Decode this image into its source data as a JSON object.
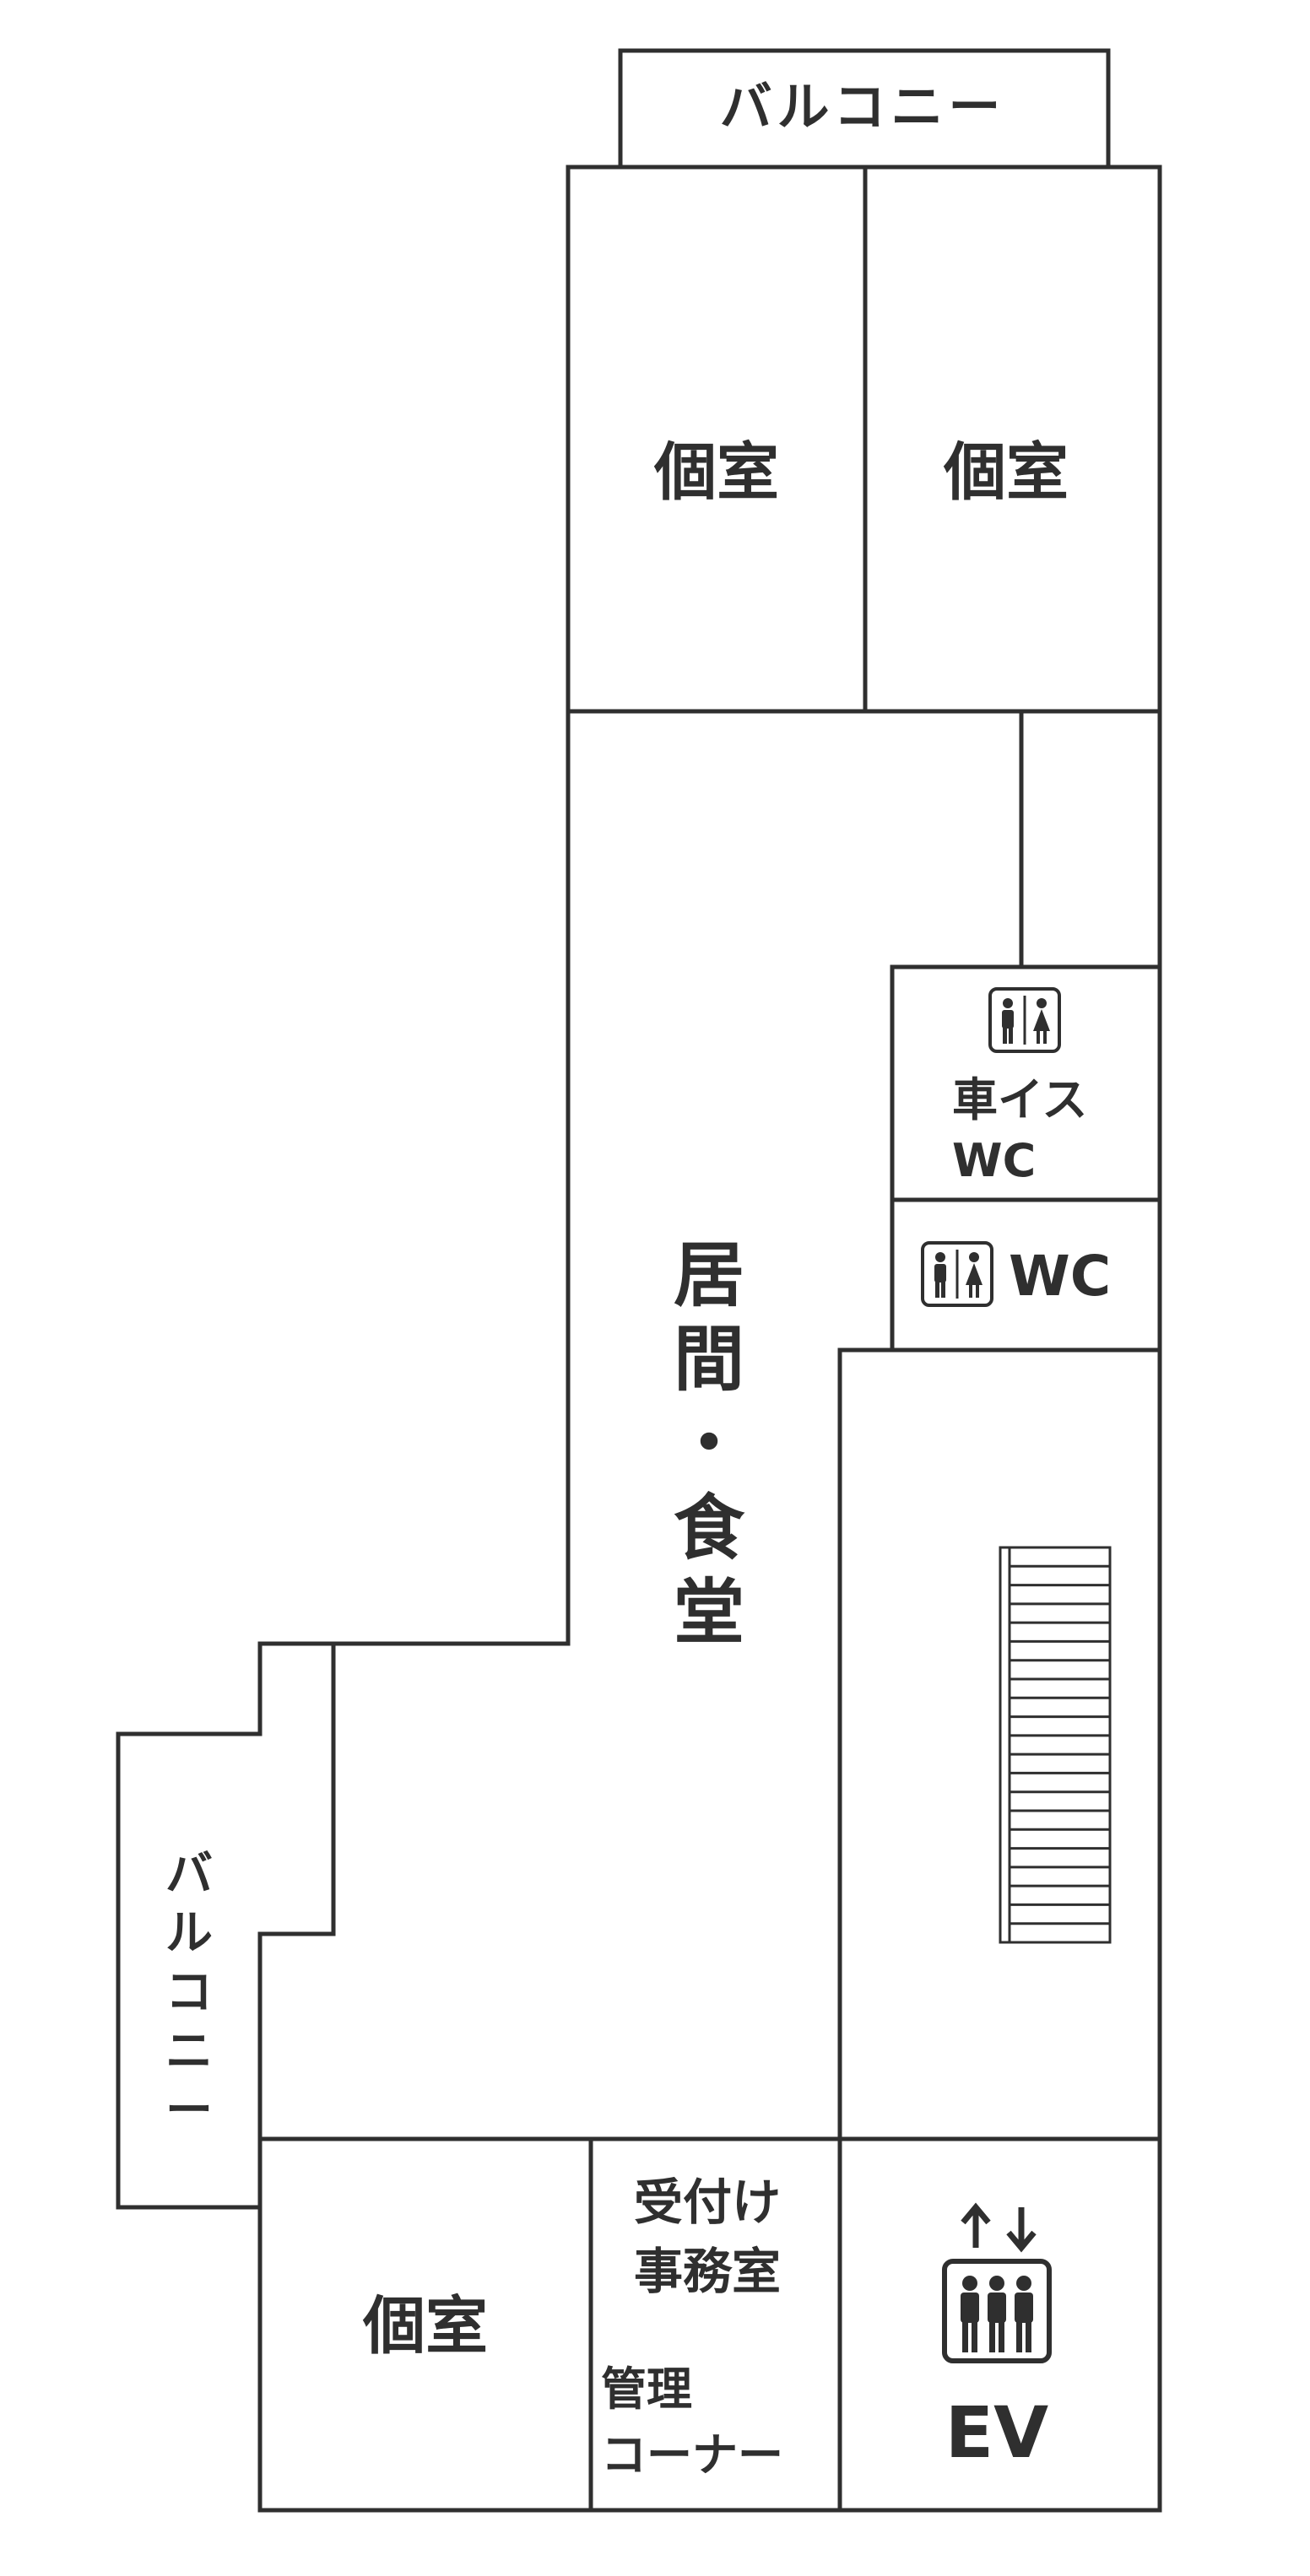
{
  "colors": {
    "private_room": "#fdf4df",
    "living_dining": "#fdece4",
    "restroom": "#f7bcb1",
    "elevator": "#ced4e6",
    "outline": "#2f2f2f",
    "background": "#ffffff"
  },
  "rooms": {
    "balcony_top": "バルコニー",
    "private_room_1": "個室",
    "private_room_2": "個室",
    "living_dining": [
      "居",
      "間",
      "・",
      "食",
      "堂"
    ],
    "wheelchair_wc": [
      "車イス",
      "WC"
    ],
    "wc": "WC",
    "balcony_left": [
      "バ",
      "ル",
      "コ",
      "ニ",
      "ー"
    ],
    "private_room_3": "個室",
    "reception_office": [
      "受付け",
      "事務室"
    ],
    "management_corner": [
      "管理",
      "コーナー"
    ],
    "elevator": "EV"
  },
  "icons": {
    "restroom_icon": "male-female-restroom-icon",
    "elevator_arrows": "up-down-arrows-icon",
    "elevator_people": "elevator-people-icon",
    "stairs": "staircase-icon"
  }
}
